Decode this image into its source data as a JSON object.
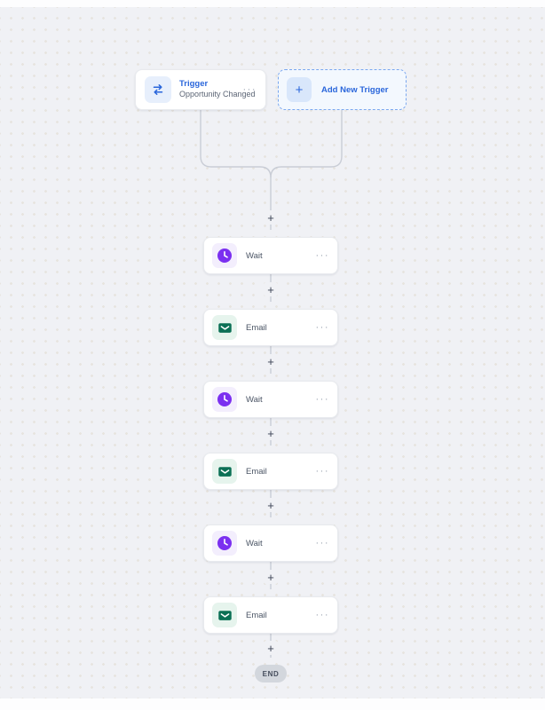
{
  "canvas": {
    "background_color": "#f0f1f5",
    "dot_color": "#e7e4df"
  },
  "trigger_card": {
    "title": "Trigger",
    "subtitle": "Opportunity Changed",
    "icon": "swap-arrows-icon",
    "accent_color": "#2a66db"
  },
  "add_trigger_button": {
    "label": "Add New Trigger",
    "plus_glyph": "+",
    "border_color": "#7aa7ef",
    "background_color": "#f3f8fe"
  },
  "nodes": [
    {
      "type": "wait",
      "label": "Wait",
      "icon": "clock-icon",
      "icon_color": "#7b2ff0"
    },
    {
      "type": "email",
      "label": "Email",
      "icon": "envelope-icon",
      "icon_color": "#0b7055"
    },
    {
      "type": "wait",
      "label": "Wait",
      "icon": "clock-icon",
      "icon_color": "#7b2ff0"
    },
    {
      "type": "email",
      "label": "Email",
      "icon": "envelope-icon",
      "icon_color": "#0b7055"
    },
    {
      "type": "wait",
      "label": "Wait",
      "icon": "clock-icon",
      "icon_color": "#7b2ff0"
    },
    {
      "type": "email",
      "label": "Email",
      "icon": "envelope-icon",
      "icon_color": "#0b7055"
    }
  ],
  "ui": {
    "more_options": "···",
    "plus": "+",
    "connector_color": "#c9cdd6"
  },
  "end_badge": {
    "label": "END",
    "background_color": "#d3d7dd",
    "text_color": "#454d5c"
  }
}
